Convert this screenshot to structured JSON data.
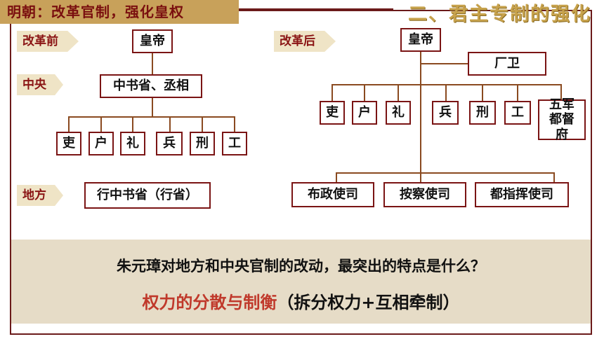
{
  "header": {
    "banner_title": "明朝：改革官制，强化皇权",
    "section_title": "二、君主专制的强化"
  },
  "before": {
    "tag": "改革前",
    "emperor": "皇帝",
    "central_tag": "中央",
    "central_office": "中书省、丞相",
    "ministries": [
      "吏",
      "户",
      "礼",
      "兵",
      "刑",
      "工"
    ],
    "local_tag": "地方",
    "local_office": "行中书省（行省）"
  },
  "after": {
    "tag": "改革后",
    "emperor": "皇帝",
    "changwei": "厂卫",
    "ministries": [
      "吏",
      "户",
      "礼",
      "兵",
      "刑",
      "工"
    ],
    "military": "五军都督府",
    "local_offices": [
      "布政使司",
      "按察使司",
      "都指挥使司"
    ]
  },
  "qa": {
    "question": "朱元璋对地方和中央官制的改动，最突出的特点是什么？",
    "answer_highlight": "权力的分散与制衡",
    "answer_detail": "（拆分权力+互相牵制）"
  }
}
